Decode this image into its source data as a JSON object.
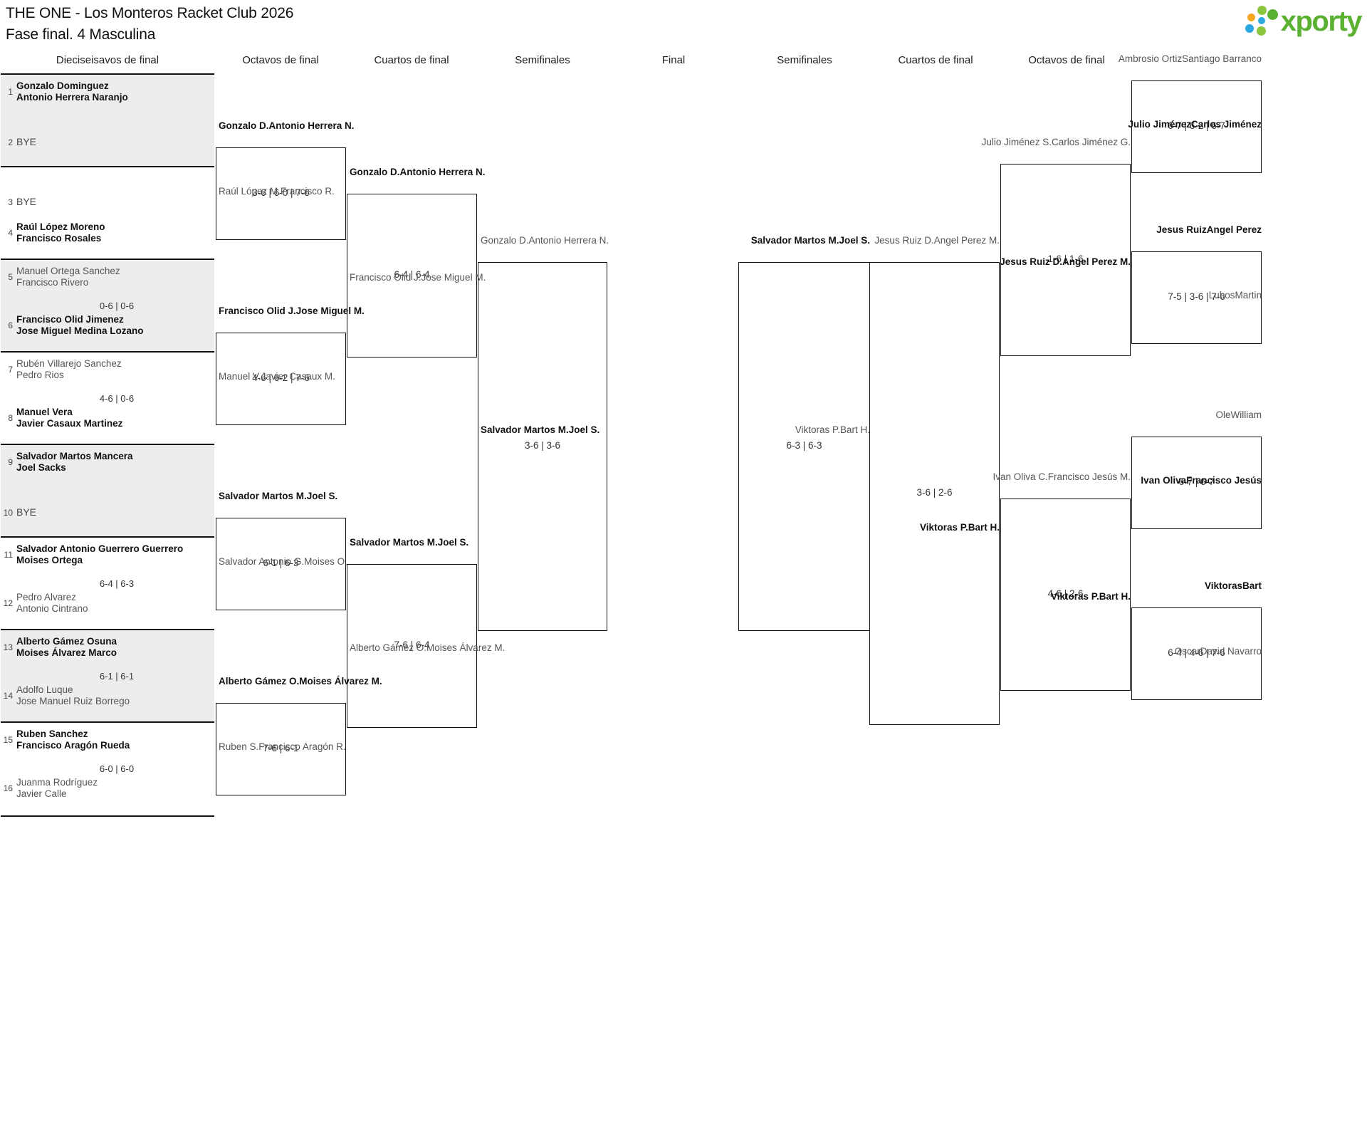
{
  "header": {
    "title_line1": "THE ONE - Los Monteros Racket Club 2026",
    "title_line2": "Fase final. 4 Masculina",
    "logo_text": "xporty"
  },
  "round_headers": {
    "left_r16": "Dieciseisavos de final",
    "left_r8": "Octavos de final",
    "left_qf": "Cuartos de final",
    "left_sf": "Semifinales",
    "final": "Final",
    "right_sf": "Semifinales",
    "right_qf": "Cuartos de final",
    "right_r8": "Octavos de final"
  },
  "left_round1": [
    {
      "num_top": "1",
      "num_bot": "2",
      "top_n1": "Gonzalo Dominguez",
      "top_n2": "Antonio Herrera Naranjo",
      "top_state": "win",
      "bot_n1": "BYE",
      "bot_n2": "",
      "bot_state": "bye",
      "score": "",
      "shade": true
    },
    {
      "num_top": "3",
      "num_bot": "4",
      "top_n1": "BYE",
      "top_n2": "",
      "top_state": "bye",
      "bot_n1": "Raúl López Moreno",
      "bot_n2": "Francisco Rosales",
      "bot_state": "win",
      "score": "",
      "shade": false
    },
    {
      "num_top": "5",
      "num_bot": "6",
      "top_n1": "Manuel Ortega Sanchez",
      "top_n2": "Francisco Rivero",
      "top_state": "lose",
      "bot_n1": "Francisco Olid Jimenez",
      "bot_n2": "Jose Miguel Medina Lozano",
      "bot_state": "win",
      "score": "0-6 | 0-6",
      "shade": true
    },
    {
      "num_top": "7",
      "num_bot": "8",
      "top_n1": "Rubén Villarejo Sanchez",
      "top_n2": "Pedro Rios",
      "top_state": "lose",
      "bot_n1": "Manuel Vera",
      "bot_n2": "Javier Casaux Martinez",
      "bot_state": "win",
      "score": "4-6 | 0-6",
      "shade": false
    },
    {
      "num_top": "9",
      "num_bot": "10",
      "top_n1": "Salvador Martos Mancera",
      "top_n2": "Joel Sacks",
      "top_state": "win",
      "bot_n1": "BYE",
      "bot_n2": "",
      "bot_state": "bye",
      "score": "",
      "shade": true
    },
    {
      "num_top": "11",
      "num_bot": "12",
      "top_n1": "Salvador Antonio Guerrero Guerrero",
      "top_n2": "Moises Ortega",
      "top_state": "win",
      "bot_n1": "Pedro Alvarez",
      "bot_n2": "Antonio Cintrano",
      "bot_state": "lose",
      "score": "6-4 | 6-3",
      "shade": false
    },
    {
      "num_top": "13",
      "num_bot": "14",
      "top_n1": "Alberto Gámez Osuna",
      "top_n2": "Moises Álvarez Marco",
      "top_state": "win",
      "bot_n1": "Adolfo Luque",
      "bot_n2": "Jose Manuel Ruiz Borrego",
      "bot_state": "lose",
      "score": "6-1 | 6-1",
      "shade": true
    },
    {
      "num_top": "15",
      "num_bot": "16",
      "top_n1": "Ruben Sanchez",
      "top_n2": "Francisco Aragón Rueda",
      "top_state": "win",
      "bot_n1": "Juanma Rodríguez",
      "bot_n2": "Javier Calle",
      "bot_state": "lose",
      "score": "6-0 | 6-0",
      "shade": false
    }
  ],
  "left_round8": [
    {
      "top_n1": "Gonzalo D.",
      "top_n2": "Antonio Herrera N.",
      "top_state": "win",
      "bot_n1": "Raúl López M.",
      "bot_n2": "Francisco R.",
      "bot_state": "lose",
      "score": "3-6 | 6-0 | 7-6"
    },
    {
      "top_n1": "Francisco Olid J.",
      "top_n2": "Jose Miguel M.",
      "top_state": "win",
      "bot_n1": "Manuel V.",
      "bot_n2": "Javier Casaux M.",
      "bot_state": "lose",
      "score": "4-6 | 6-2 | 7-6"
    },
    {
      "top_n1": "Salvador Martos M.",
      "top_n2": "Joel S.",
      "top_state": "win",
      "bot_n1": "Salvador Antonio G.",
      "bot_n2": "Moises O.",
      "bot_state": "lose",
      "score": "6-1 | 6-3"
    },
    {
      "top_n1": "Alberto Gámez O.",
      "top_n2": "Moises Álvarez M.",
      "top_state": "win",
      "bot_n1": "Ruben S.",
      "bot_n2": "Francisco Aragón R.",
      "bot_state": "lose",
      "score": "7-6 | 6-1"
    }
  ],
  "left_quarters": [
    {
      "top_n1": "Gonzalo D.",
      "top_n2": "Antonio Herrera N.",
      "top_state": "win",
      "bot_n1": "Francisco Olid J.",
      "bot_n2": "Jose Miguel M.",
      "bot_state": "lose",
      "score": "6-4 | 6-4"
    },
    {
      "top_n1": "Salvador Martos M.",
      "top_n2": "Joel S.",
      "top_state": "win",
      "bot_n1": "Alberto Gámez O.",
      "bot_n2": "Moises Álvarez M.",
      "bot_state": "lose",
      "score": "7-6 | 6-4"
    }
  ],
  "left_semifinal": {
    "top_n1": "Gonzalo D.",
    "top_n2": "Antonio Herrera N.",
    "top_state": "lose",
    "bot_n1": "Salvador Martos M.",
    "bot_n2": "Joel S.",
    "bot_state": "win",
    "score": "3-6 | 3-6"
  },
  "final": {
    "top_n1": "Salvador Martos M.",
    "top_n2": "Joel S.",
    "top_state": "win",
    "bot_n1": "Viktoras P.",
    "bot_n2": "Bart H.",
    "bot_state": "lose",
    "score": "6-3 | 6-3"
  },
  "right_semifinal": {
    "top_n1": "Jesus Ruiz D.",
    "top_n2": "Angel Perez M.",
    "top_state": "lose",
    "bot_n1": "Viktoras P.",
    "bot_n2": "Bart H.",
    "bot_state": "win",
    "score": "3-6 | 2-6"
  },
  "right_quarters": [
    {
      "top_n1": "Julio Jiménez S.",
      "top_n2": "Carlos Jiménez G.",
      "top_state": "lose",
      "bot_n1": "Jesus Ruiz D.",
      "bot_n2": "Angel Perez M.",
      "bot_state": "win",
      "score": "1-6 | 1-6"
    },
    {
      "top_n1": "Ivan Oliva C.",
      "top_n2": "Francisco Jesús M.",
      "top_state": "lose",
      "bot_n1": "Viktoras P.",
      "bot_n2": "Bart H.",
      "bot_state": "win",
      "score": "4-6 | 2-6"
    }
  ],
  "right_round8": [
    {
      "top_n1": "Ambrosio Ortiz",
      "top_n2": "Santiago Barranco",
      "top_state": "lose",
      "bot_n1": "Julio Jiménez",
      "bot_n2": "Carlos Jiménez",
      "bot_state": "win",
      "score": "6-7 | 6-2 | 6-7"
    },
    {
      "top_n1": "Jesus Ruiz",
      "top_n2": "Angel Perez",
      "top_state": "win",
      "bot_n1": "Lubos",
      "bot_n2": "Martin",
      "bot_state": "lose",
      "score": "7-5 | 3-6 | 7-6"
    },
    {
      "top_n1": "Ole",
      "top_n2": "William",
      "top_state": "lose",
      "bot_n1": "Ivan Oliva",
      "bot_n2": "Francisco Jesús",
      "bot_state": "win",
      "score": "6-7 | 6-7"
    },
    {
      "top_n1": "Viktoras",
      "top_n2": "Bart",
      "top_state": "win",
      "bot_n1": "Oscar",
      "bot_n2": "David Navarro",
      "bot_state": "lose",
      "score": "6-4 | 4-6 | 7-6"
    }
  ],
  "colors": {
    "shade": "#ededed",
    "line": "#111111",
    "logo_green": "#5ab031",
    "logo_blue": "#2aa8e0",
    "logo_orange": "#f5a623"
  }
}
